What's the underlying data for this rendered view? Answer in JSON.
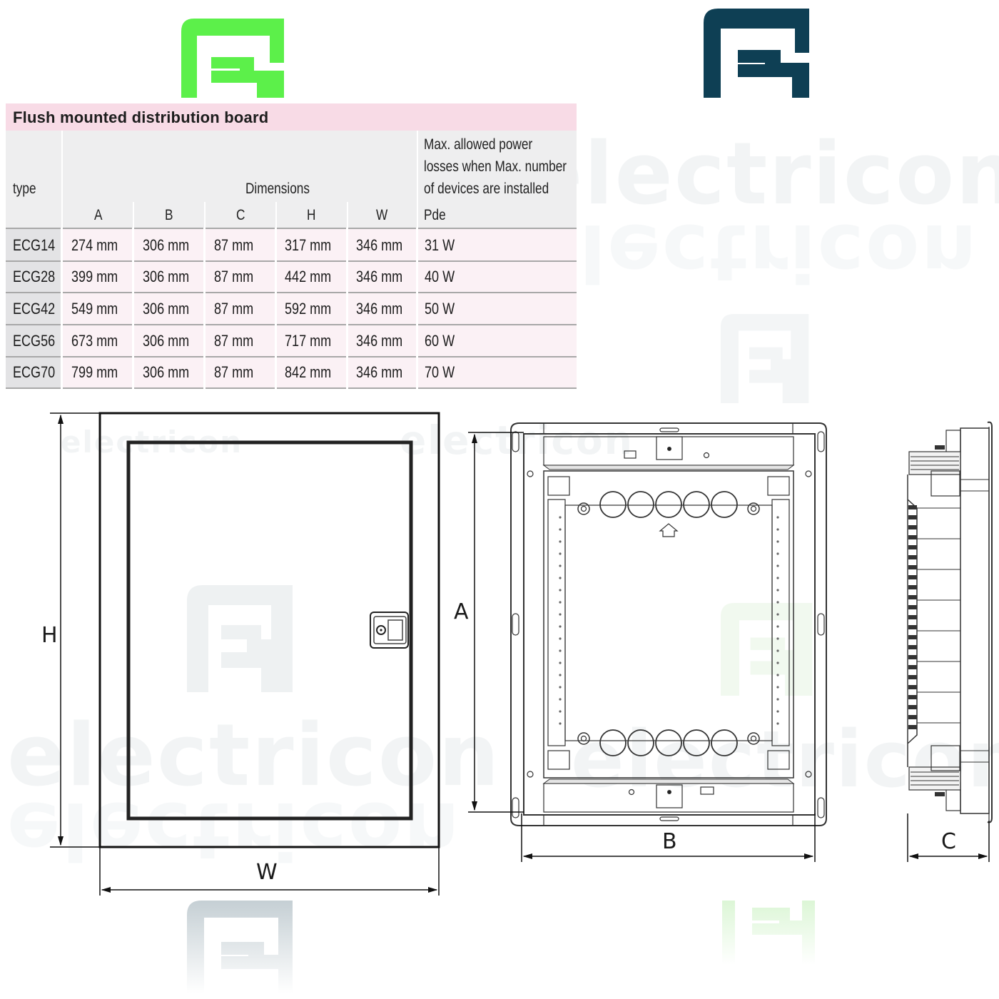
{
  "logos": {
    "top_left": {
      "icon": "electricon-logo-icon",
      "color": "#5cf04a"
    },
    "top_right": {
      "icon": "electricon-logo-icon",
      "color": "#0e3f54"
    },
    "bottom_left": {
      "icon": "electricon-logo-icon",
      "color": "#c9d2d6"
    },
    "bottom_right": {
      "icon": "electricon-logo-icon",
      "color": "#e3f8df"
    }
  },
  "watermark": {
    "text": "electricon",
    "mirrored_text": "electricon"
  },
  "table": {
    "title": "Flush mounted distribution board",
    "header": {
      "type": "type",
      "dimensions": "Dimensions",
      "columns": [
        "A",
        "B",
        "C",
        "H",
        "W"
      ],
      "power_title_lines": [
        "Max. allowed power",
        "losses when Max. number",
        "of devices are installed"
      ],
      "power_symbol": "Pde"
    },
    "rows": [
      {
        "type": "ECG14",
        "A": "274 mm",
        "B": "306 mm",
        "C": "87 mm",
        "H": "317 mm",
        "W": "346 mm",
        "Pde": "31 W"
      },
      {
        "type": "ECG28",
        "A": "399 mm",
        "B": "306 mm",
        "C": "87 mm",
        "H": "442 mm",
        "W": "346 mm",
        "Pde": "40 W"
      },
      {
        "type": "ECG42",
        "A": "549 mm",
        "B": "306 mm",
        "C": "87 mm",
        "H": "592 mm",
        "W": "346 mm",
        "Pde": "50 W"
      },
      {
        "type": "ECG56",
        "A": "673 mm",
        "B": "306 mm",
        "C": "87 mm",
        "H": "717 mm",
        "W": "346 mm",
        "Pde": "60 W"
      },
      {
        "type": "ECG70",
        "A": "799 mm",
        "B": "306 mm",
        "C": "87 mm",
        "H": "842 mm",
        "W": "346 mm",
        "Pde": "70 W"
      }
    ],
    "colors": {
      "title_bg": "#f8dbe6",
      "header_bg": "#eeeeef",
      "row_bg": "#fbf1f5",
      "type_bg": "#e3e3e5",
      "rule": "#a8a8a8"
    }
  },
  "drawings": {
    "front_view": {
      "height_label": "H",
      "width_label": "W"
    },
    "inner_view": {
      "height_label": "A",
      "width_label": "B"
    },
    "side_view": {
      "depth_label": "C"
    }
  }
}
